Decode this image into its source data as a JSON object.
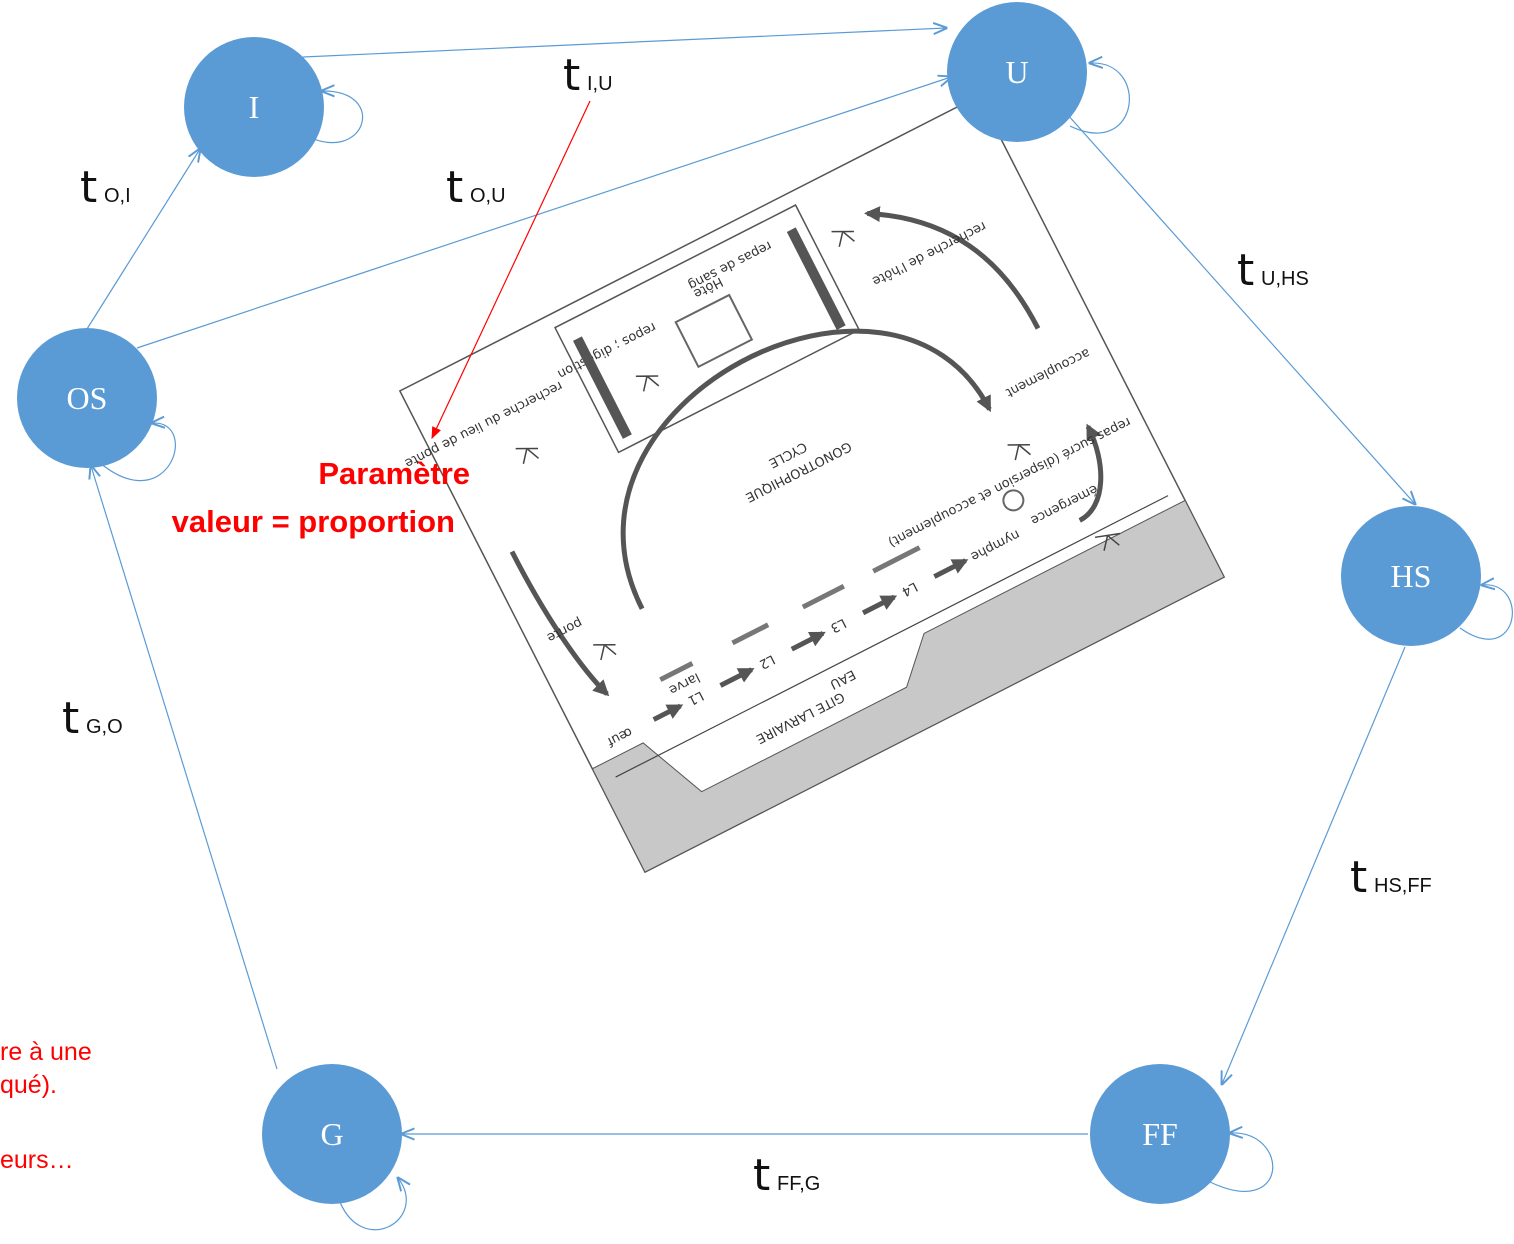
{
  "colors": {
    "node_fill": "#5b9bd5",
    "edge": "#5b9bd5",
    "annotation": "#ff0000",
    "cycle_panel": "#c8c8c8"
  },
  "nodes": {
    "I": "I",
    "U": "U",
    "OS": "OS",
    "HS": "HS",
    "FF": "FF",
    "G": "G"
  },
  "rates": {
    "o_i": {
      "t": "t",
      "sub": "O,I"
    },
    "o_u": {
      "t": "t",
      "sub": "O,U"
    },
    "i_u": {
      "t": "t",
      "sub": "I,U"
    },
    "u_hs": {
      "t": "t",
      "sub": "U,HS"
    },
    "hs_ff": {
      "t": "t",
      "sub": "HS,FF"
    },
    "ff_g": {
      "t": "t",
      "sub": "FF,G"
    },
    "g_o": {
      "t": "t",
      "sub": "G,O"
    }
  },
  "annotation": {
    "line1": "Paramètre",
    "line2": "valeur = proportion"
  },
  "partial_notes": {
    "line1": "re à une",
    "line2": "qué).",
    "line3": "eurs…"
  },
  "cycle_image": {
    "center_title_line1": "GONOTROPHIQUE",
    "center_title_line2": "CYCLE",
    "gite_label": "GITE LARVAIRE",
    "eau_label": "EAU",
    "stage_oeuf": "œuf",
    "stage_l1": "L1",
    "stage_l2": "L2",
    "stage_l3": "L3",
    "stage_l4": "L4",
    "stage_larve": "larve",
    "stage_nymphe": "nymphe",
    "emergence": "émergence",
    "accouplement": "accouplement",
    "ponte": "ponte",
    "recherche_hote": "recherche de l'hôte",
    "repas_sang": "repas de sang",
    "recherche_lieu_ponte": "recherche du lieu de ponte",
    "repos_digestion": "repos ; digestion",
    "hote": "Hôte",
    "sucre": "repas sucré (dispersion et accouplement)"
  }
}
